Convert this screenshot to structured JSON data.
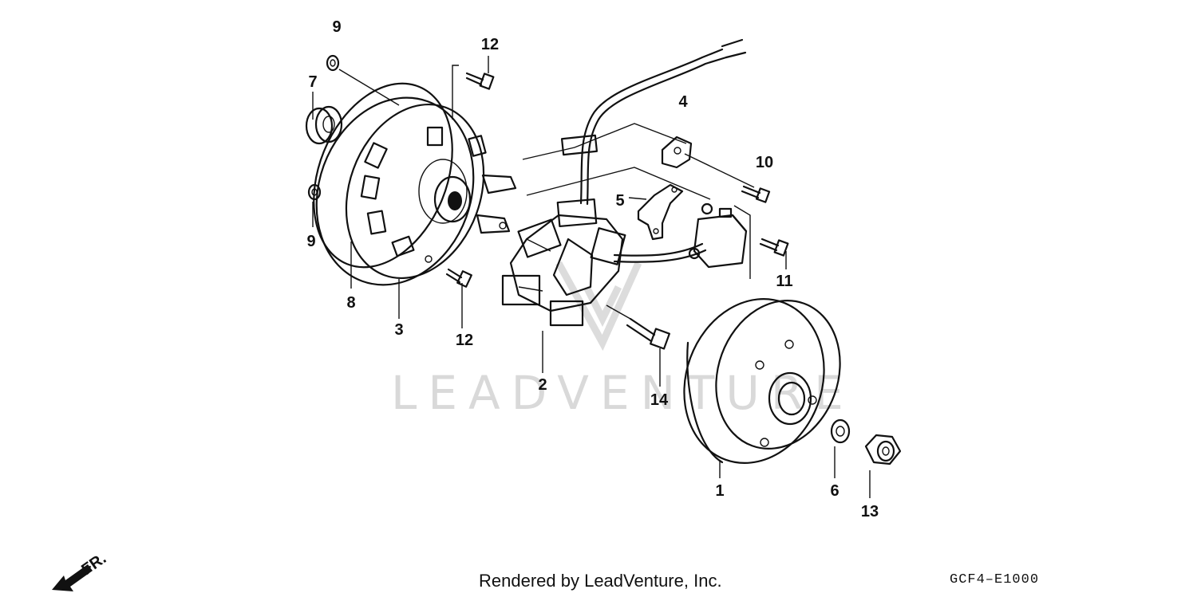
{
  "watermark": "LEADVENTURE",
  "direction": {
    "label": "FR."
  },
  "callouts": [
    "9",
    "12",
    "7",
    "4",
    "10",
    "5",
    "9",
    "11",
    "8",
    "3",
    "12",
    "2",
    "14",
    "1",
    "6",
    "13"
  ],
  "footer": {
    "credit": "Rendered by LeadVenture, Inc.",
    "code": "GCF4–E1000"
  }
}
